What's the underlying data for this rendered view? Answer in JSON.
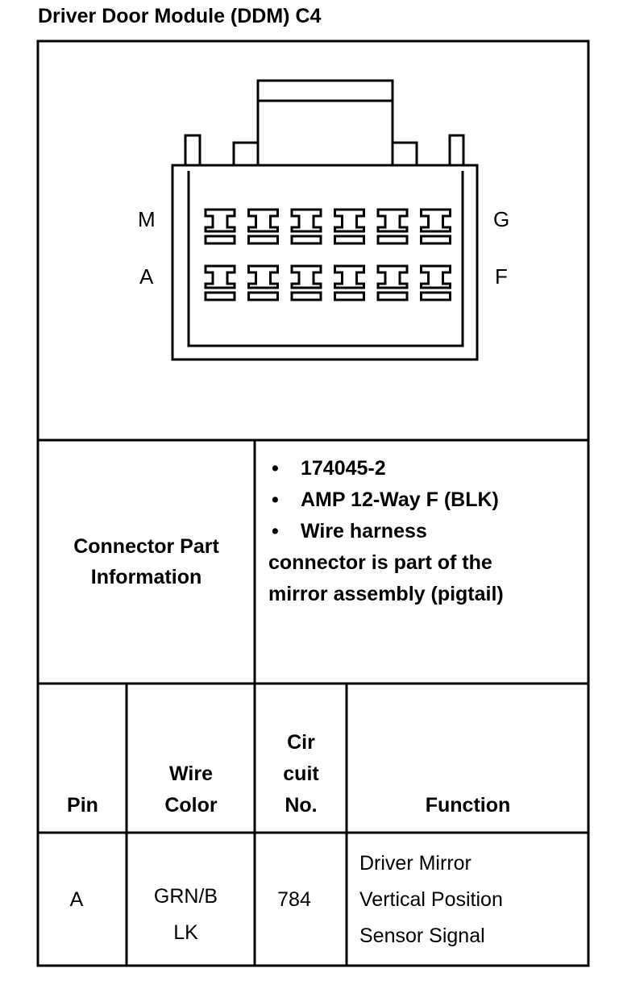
{
  "document": {
    "title": "Driver Door Module (DDM) C4"
  },
  "connector": {
    "pin_labels": {
      "top_left": "M",
      "top_right": "G",
      "bottom_left": "A",
      "bottom_right": "F"
    },
    "cavities_per_row": 6,
    "rows": 2
  },
  "part_info": {
    "label_line1": "Connector Part",
    "label_line2": "Information",
    "bullets": [
      "174045-2",
      "AMP 12-Way F (BLK)",
      "Wire harness"
    ],
    "continuation_lines": [
      "connector is part of the",
      "mirror assembly (pigtail)"
    ]
  },
  "table": {
    "headers": {
      "pin": "Pin",
      "wire_color_line1": "Wire",
      "wire_color_line2": "Color",
      "circuit_line1": "Cir",
      "circuit_line2": "cuit",
      "circuit_line3": "No.",
      "function": "Function"
    },
    "rows": [
      {
        "pin": "A",
        "wire_color_line1": "GRN/B",
        "wire_color_line2": "LK",
        "circuit": "784",
        "function_line1": "Driver Mirror",
        "function_line2": "Vertical Position",
        "function_line3": "Sensor Signal"
      }
    ]
  }
}
